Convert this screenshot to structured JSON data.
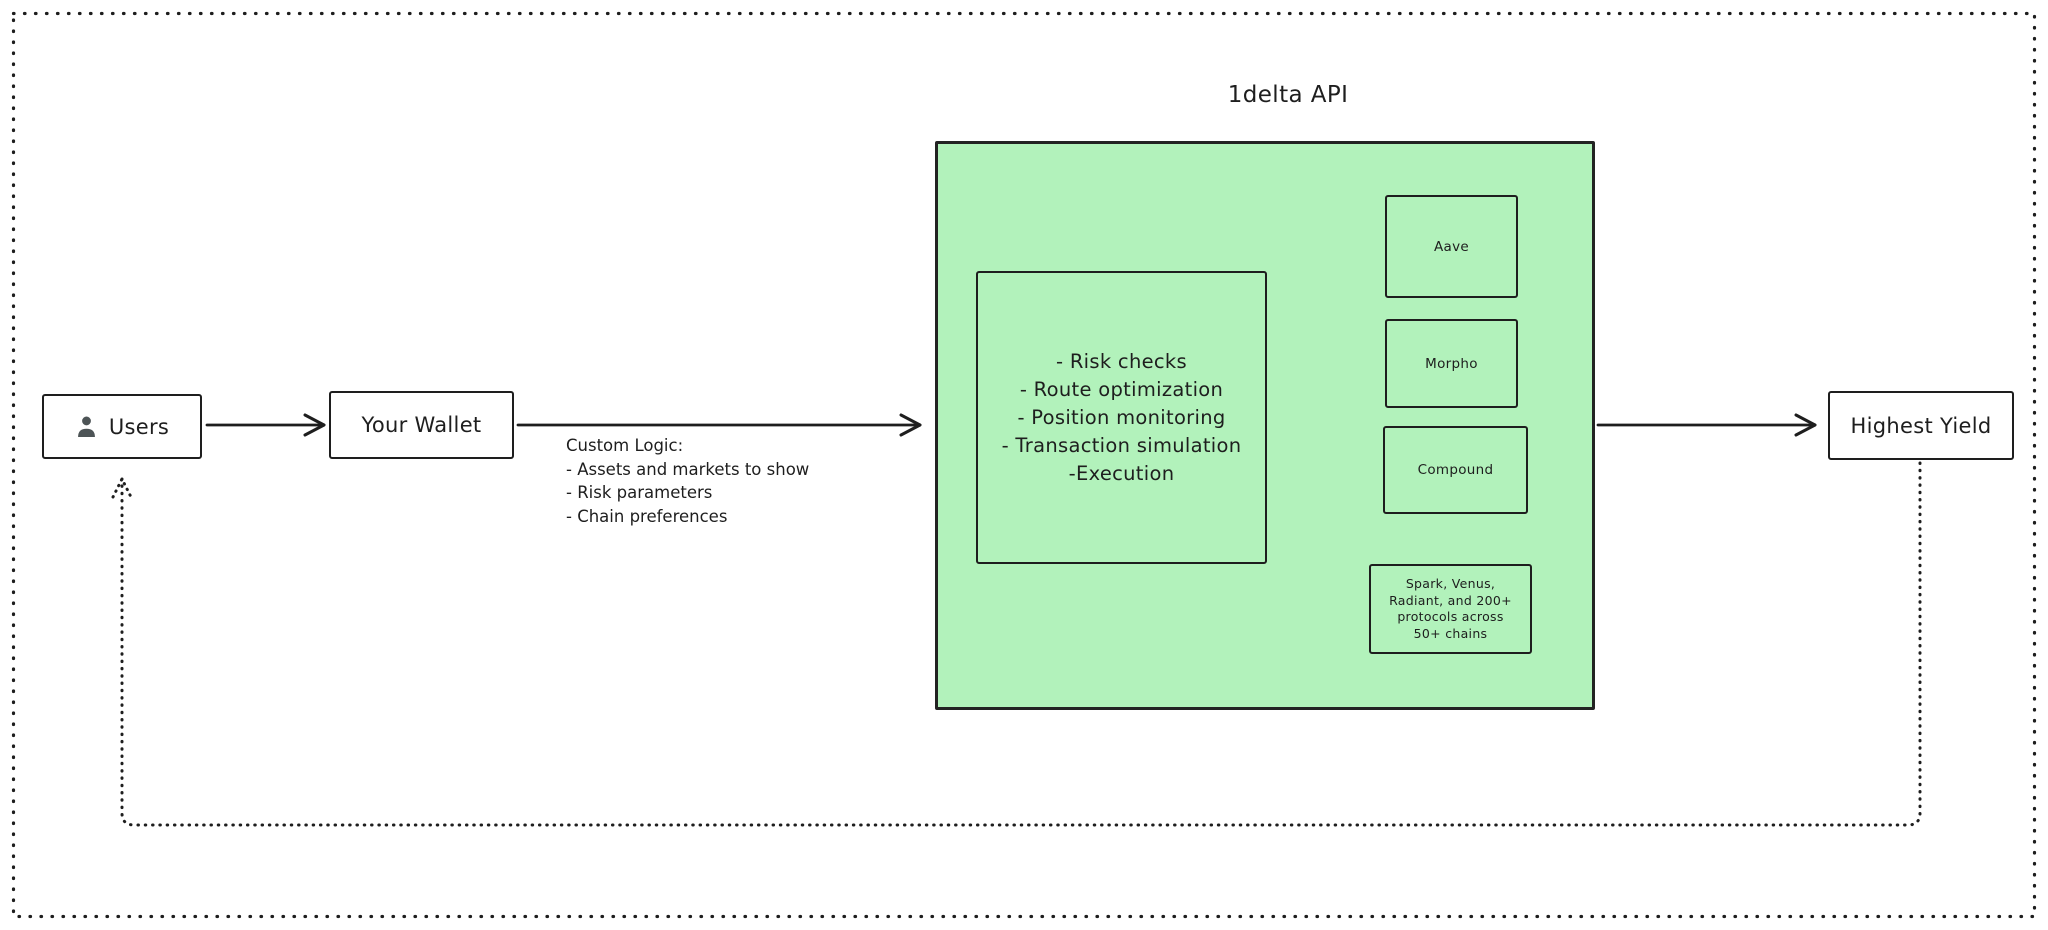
{
  "colors": {
    "stroke": "#1e1e1e",
    "api_panel_fill": "#b2f2bb",
    "node_fill": "#ffffff",
    "user_icon": "#4d5456"
  },
  "title": "1delta API",
  "nodes": {
    "users": {
      "label": "Users",
      "icon": "user-icon"
    },
    "wallet": {
      "label": "Your Wallet"
    },
    "yield": {
      "label": "Highest Yield"
    }
  },
  "custom_logic": {
    "lines": [
      "Custom Logic:",
      "- Assets and markets to show",
      "- Risk parameters",
      "- Chain preferences"
    ]
  },
  "api_core": {
    "lines": [
      "- Risk checks",
      "- Route optimization",
      "- Position monitoring",
      "- Transaction simulation",
      "-Execution"
    ]
  },
  "protocols": {
    "aave": {
      "label": "Aave"
    },
    "morpho": {
      "label": "Morpho"
    },
    "compound": {
      "label": "Compound"
    },
    "others": {
      "lines": [
        "Spark, Venus,",
        "Radiant, and 200+",
        "protocols across",
        "50+ chains"
      ]
    }
  }
}
